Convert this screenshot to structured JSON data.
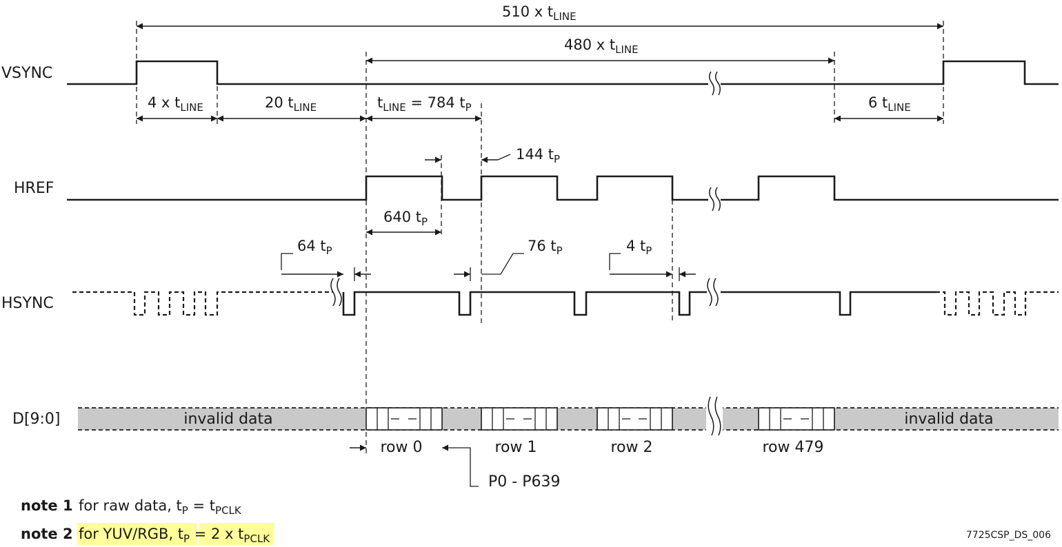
{
  "signals": {
    "vsync": "VSYNC",
    "href": "HREF",
    "hsync": "HSYNC",
    "data": "D[9:0]"
  },
  "dimensions": {
    "frame_total": {
      "prefix": "510 x t",
      "sub": "LINE"
    },
    "frame_active": {
      "prefix": "480 x t",
      "sub": "LINE"
    },
    "vsync_pulse": {
      "prefix": "4 x t",
      "sub": "LINE"
    },
    "vsync_back_porch": {
      "prefix": "20 t",
      "sub": "LINE"
    },
    "line_period": {
      "prefix": "t",
      "sub": "LINE",
      "suffix": " = 784 t",
      "sub2": "P"
    },
    "vsync_front_porch": {
      "prefix": "6 t",
      "sub": "LINE"
    },
    "href_low": {
      "prefix": "144 t",
      "sub": "P"
    },
    "href_high": {
      "prefix": "640 t",
      "sub": "P"
    },
    "hsync_lead": {
      "prefix": "64 t",
      "sub": "P"
    },
    "hsync_back": {
      "prefix": "76 t",
      "sub": "P"
    },
    "hsync_front": {
      "prefix": "4 t",
      "sub": "P"
    }
  },
  "data_bus": {
    "invalid_left": "invalid data",
    "invalid_right": "invalid data",
    "rows": [
      "row 0",
      "row 1",
      "row  2",
      "row  479"
    ],
    "pixel_range": "P0 - P639"
  },
  "notes": [
    {
      "title": "note 1",
      "text": "for raw data, t",
      "sub": "P",
      "mid": " = t",
      "sub2": "PCLK",
      "highlight": false
    },
    {
      "title": "note 2",
      "text": "for YUV/RGB, t",
      "sub": "P",
      "mid": " = 2 x t",
      "sub2": "PCLK",
      "highlight": true
    }
  ],
  "doc_id": "7725CSP_DS_006"
}
